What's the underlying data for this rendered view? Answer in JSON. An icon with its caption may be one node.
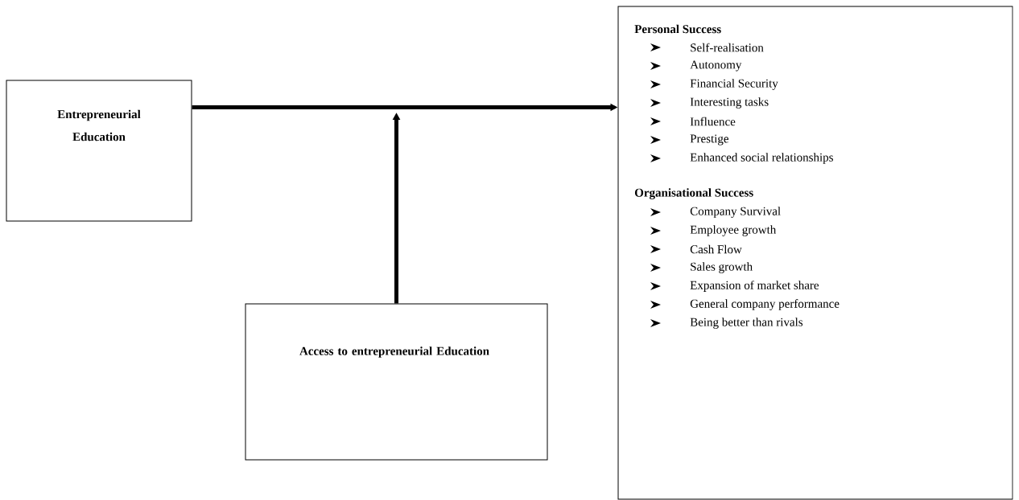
{
  "diagram": {
    "nodes": [
      {
        "text": [
          "Entrepreneurial Education"
        ]
      },
      {
        "text": [
          "Access to entrepreneurial Education"
        ]
      },
      {
        "text": [
          "Personal Success",
          "Self-realisation",
          "Autonomy",
          "Financial Security",
          "Interesting tasks",
          "Influence",
          "Prestige",
          "Enhanced social relationships",
          "Organisational Success",
          "Company Survival",
          "Employee growth",
          "Cash Flow",
          "Sales growth",
          "Expansion of market share",
          "General company performance",
          "Being better than rivals"
        ]
      }
    ],
    "edges": [
      {
        "from": 0,
        "to": 2,
        "arrow": "to"
      },
      {
        "from": 1,
        "to": null,
        "arrow": "to"
      }
    ]
  }
}
